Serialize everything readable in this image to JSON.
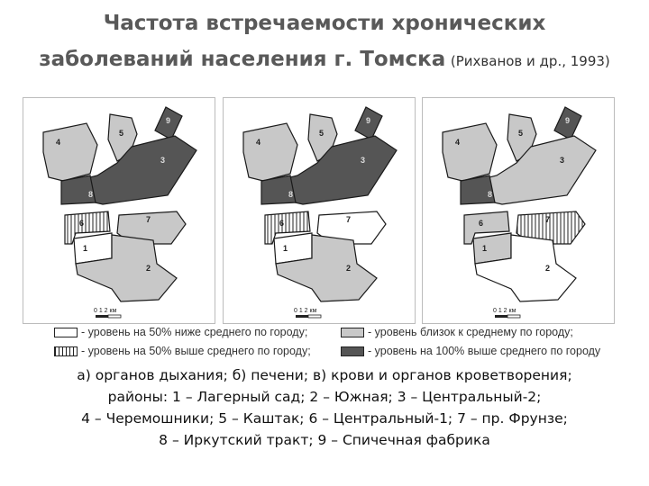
{
  "title": {
    "line1": "Частота встречаемости хронических",
    "line2": "заболеваний населения г. Томска",
    "citation": "(Рихванов и др., 1993)"
  },
  "scale_label": "0  1  2 км",
  "panels": [
    {
      "id": "a",
      "districts": {
        "1": "white",
        "2": "light",
        "3": "dark",
        "4": "light",
        "5": "light",
        "6": "hatch",
        "7": "light",
        "8": "dark",
        "9": "dark"
      }
    },
    {
      "id": "b",
      "districts": {
        "1": "white",
        "2": "light",
        "3": "dark",
        "4": "light",
        "5": "light",
        "6": "hatch",
        "7": "white",
        "8": "dark",
        "9": "dark"
      }
    },
    {
      "id": "c",
      "districts": {
        "1": "light",
        "2": "white",
        "3": "light",
        "4": "light",
        "5": "light",
        "6": "light",
        "7": "hatch",
        "8": "dark",
        "9": "dark"
      }
    }
  ],
  "legend": {
    "below": "- уровень на 50% ниже среднего по городу;",
    "near": "- уровень близок к среднему по городу;",
    "above50": "- уровень на 50% выше среднего по городу;",
    "above100": "- уровень на 100% выше среднего по городу"
  },
  "colors": {
    "white": "#ffffff",
    "light": "#c8c8c8",
    "dark": "#555555",
    "title": "#595959"
  },
  "caption": {
    "line1": "а) органов дыхания; б) печени; в) крови и органов кроветворения;",
    "line2": "районы: 1 – Лагерный сад; 2 – Южная; 3 – Центральный-2;",
    "line3": "4 – Черемошники; 5 – Каштак; 6 – Центральный-1; 7 – пр. Фрунзе;",
    "line4": "8 – Иркутский тракт; 9 – Спичечная фабрика"
  }
}
